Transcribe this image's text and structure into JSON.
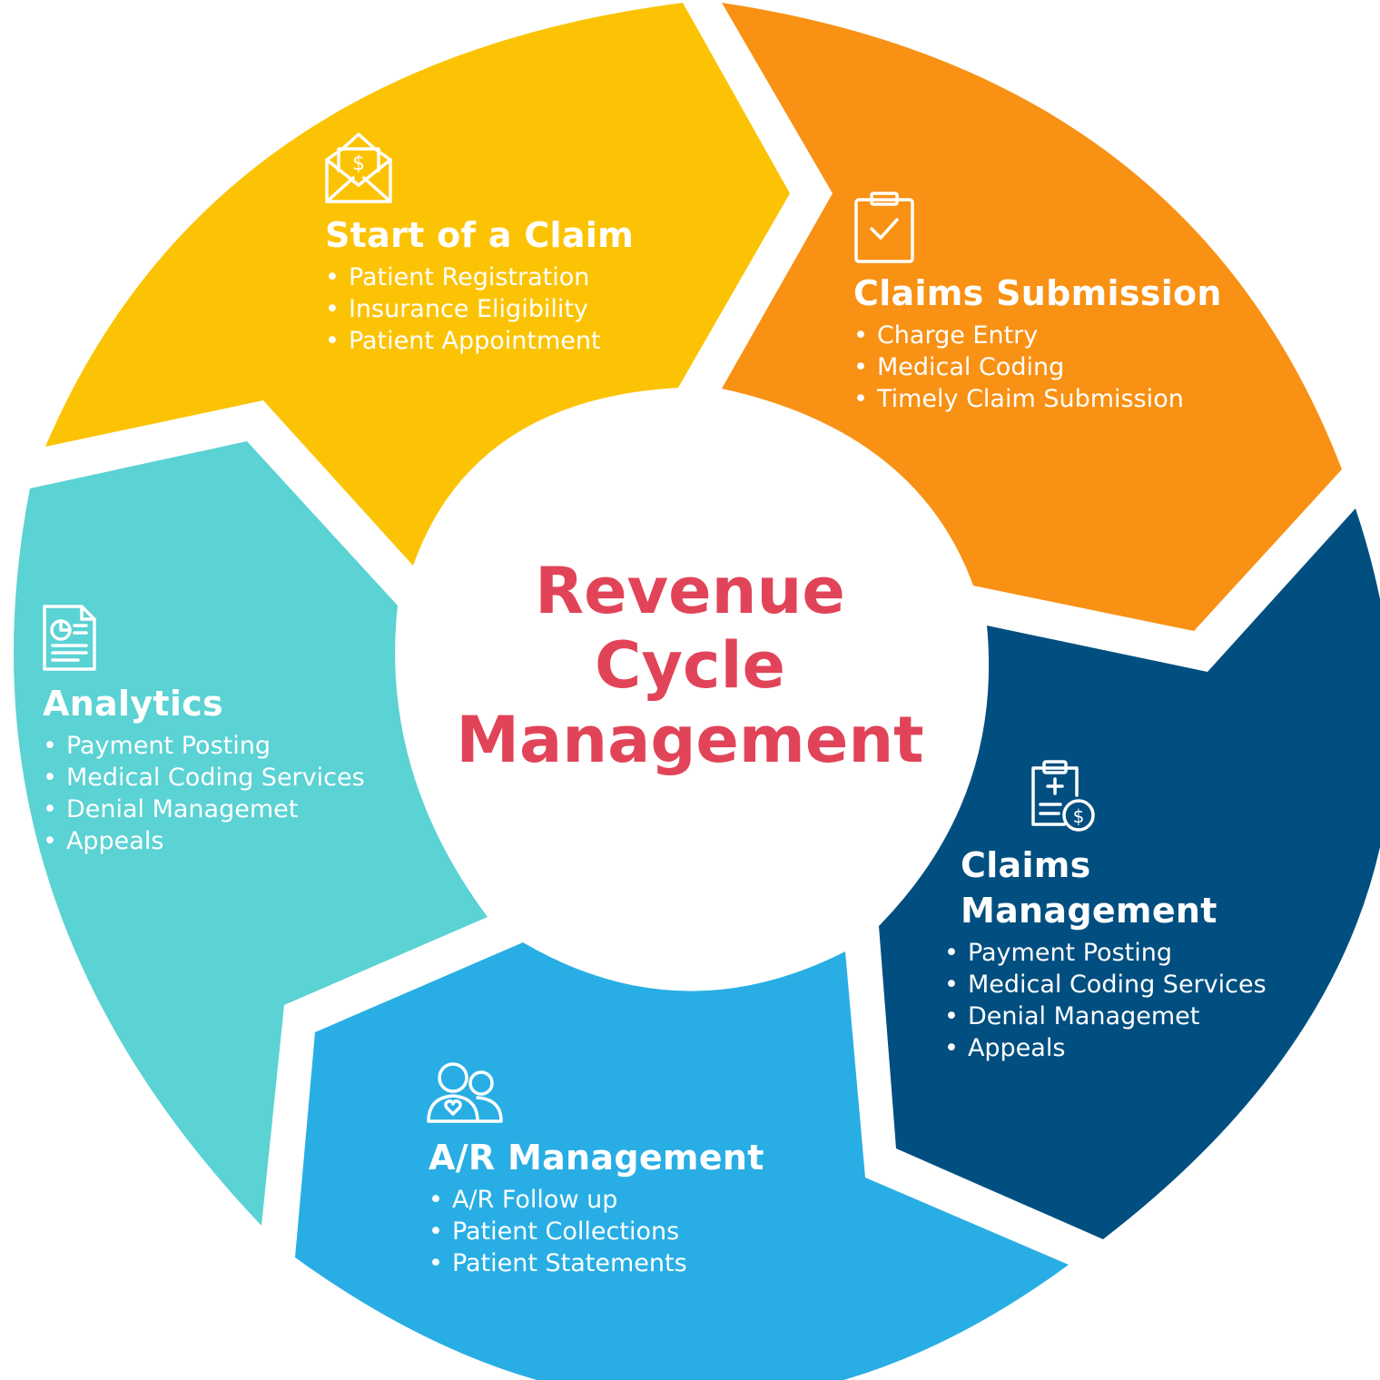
{
  "center": {
    "lines": [
      "Revenue",
      "Cycle",
      "Management"
    ],
    "color": "#e14458"
  },
  "segments": [
    {
      "id": "start-of-a-claim",
      "title": [
        "Start of a Claim"
      ],
      "items": [
        "Patient Registration",
        "Insurance Eligibility",
        "Patient Appointment"
      ],
      "color": "#fcc304",
      "icon": "envelope-dollar-icon"
    },
    {
      "id": "claims-submission",
      "title": [
        "Claims Submission"
      ],
      "items": [
        "Charge Entry",
        "Medical Coding",
        "Timely Claim Submission"
      ],
      "color": "#f89114",
      "icon": "clipboard-check-icon"
    },
    {
      "id": "claims-management",
      "title": [
        "Claims",
        "Management"
      ],
      "items": [
        "Payment Posting",
        "Medical Coding Services",
        "Denial Managemet",
        "Appeals"
      ],
      "color": "#004f80",
      "icon": "clipboard-dollar-icon"
    },
    {
      "id": "ar-management",
      "title": [
        "A/R Management"
      ],
      "items": [
        "A/R Follow up",
        "Patient Collections",
        "Patient Statements"
      ],
      "color": "#28aee4",
      "icon": "people-heart-icon"
    },
    {
      "id": "analytics",
      "title": [
        "Analytics"
      ],
      "items": [
        "Payment Posting",
        "Medical Coding Services",
        "Denial Managemet",
        "Appeals"
      ],
      "color": "#5bd2d4",
      "icon": "report-chart-icon"
    }
  ]
}
